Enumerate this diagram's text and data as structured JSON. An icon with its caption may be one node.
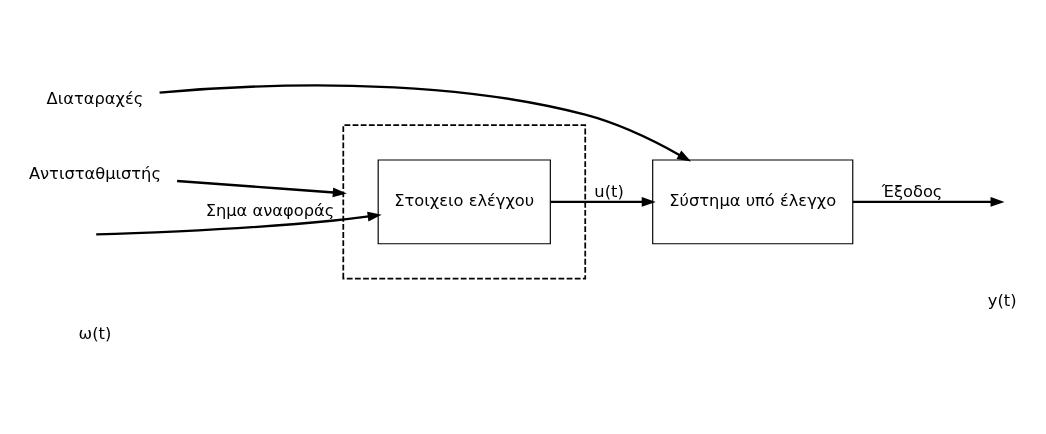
{
  "diagram": {
    "nodes": [
      {
        "text": [],
        "shape": "box"
      },
      {
        "text": [
          "Στοιχειο ελέγχου"
        ],
        "in": 0
      },
      {
        "text": [
          "Σύστημα υπό έλεγχο"
        ]
      },
      {
        "text": [
          "Διαταραχές"
        ]
      },
      {
        "text": [
          "Αντισταθμιστής"
        ]
      }
    ],
    "edges": [
      {
        "from": null,
        "to": 1,
        "arrow": "to",
        "label": "Σημα αναφοράς"
      },
      {
        "from": 1,
        "to": 2,
        "arrow": "to",
        "label": "u(t)"
      },
      {
        "from": 3,
        "to": 2,
        "arrow": "to"
      },
      {
        "from": 2,
        "to": null,
        "arrow": "to",
        "label": "Έξοδος"
      },
      {
        "from": 4,
        "to": 0,
        "arrow": "to"
      }
    ],
    "labels": [
      "ω(t)",
      "y(t)"
    ]
  }
}
